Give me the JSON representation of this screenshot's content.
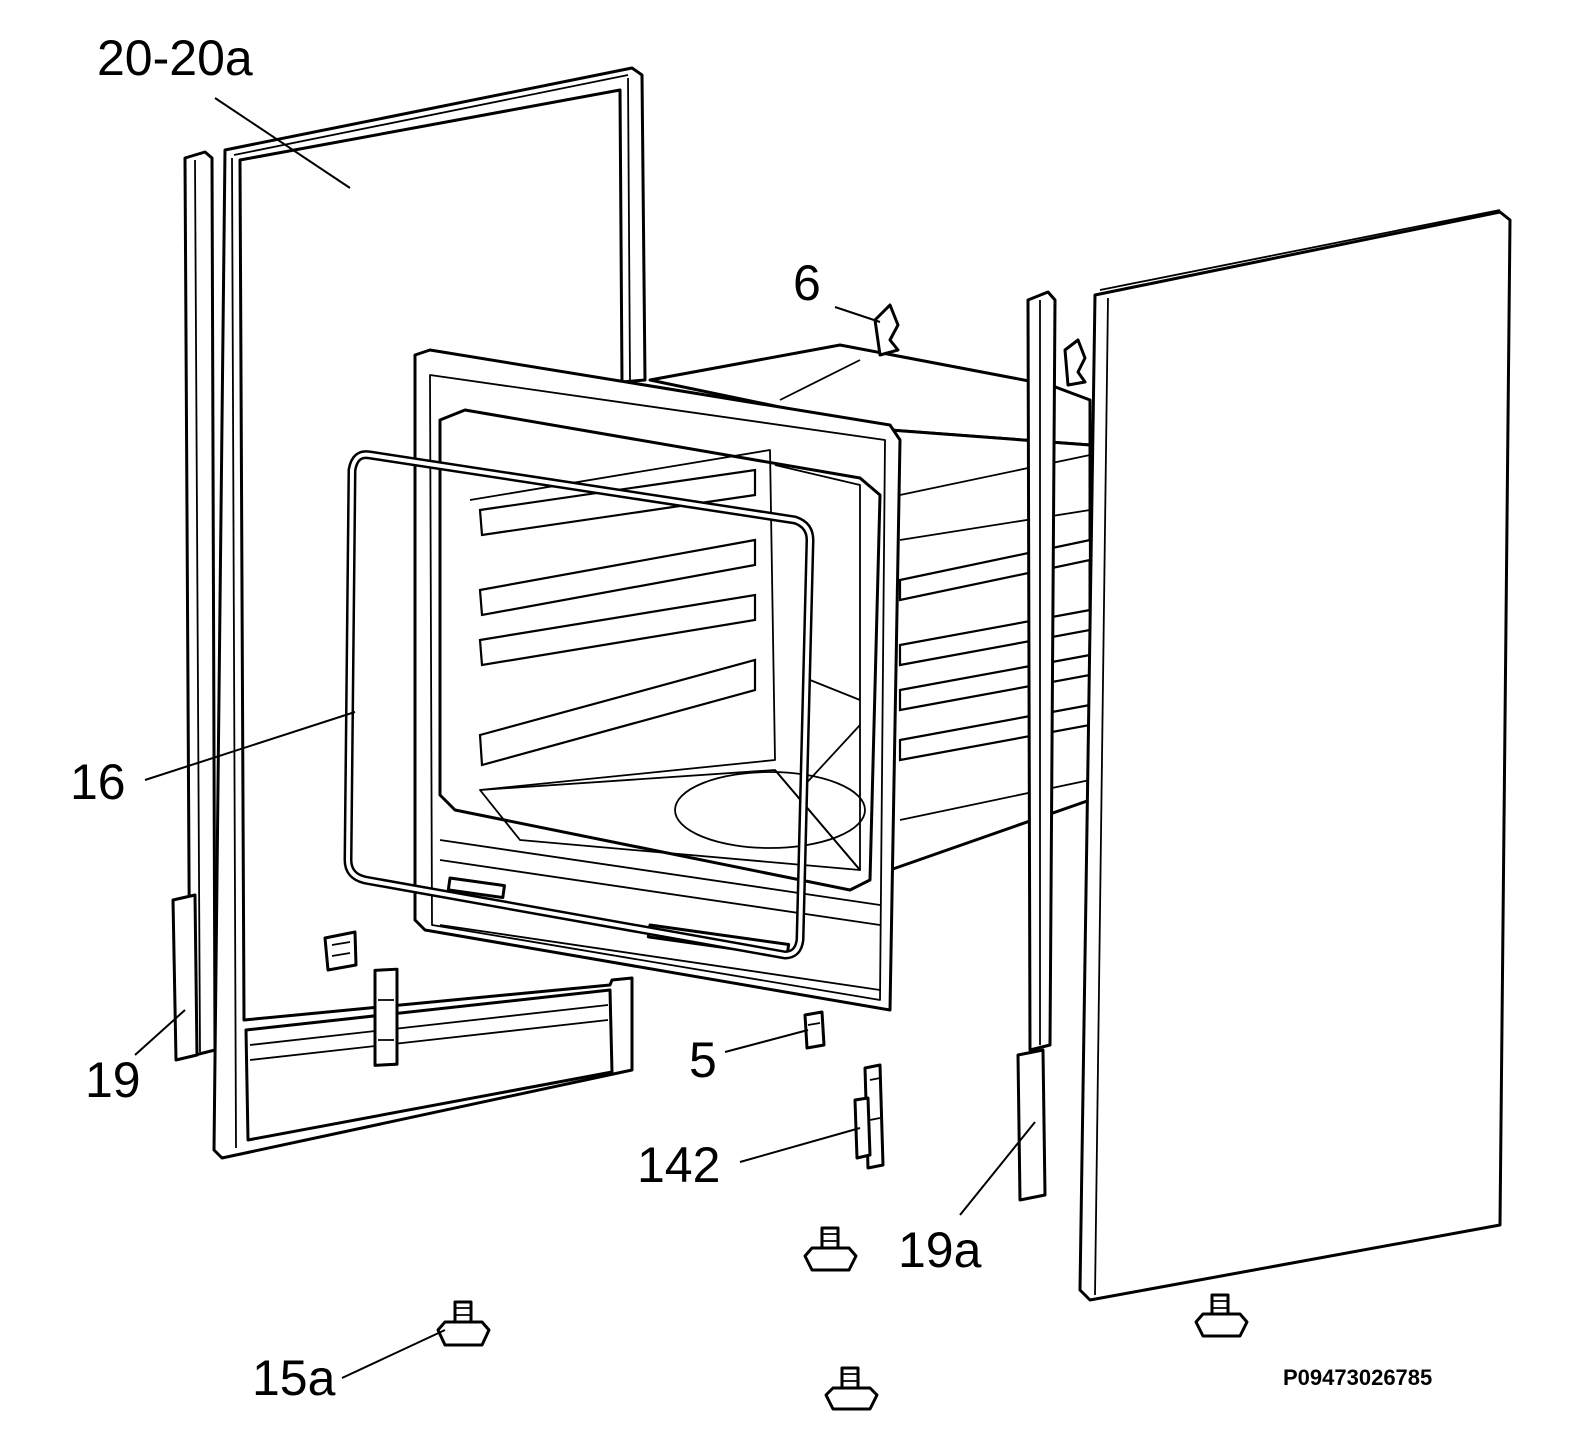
{
  "diagram": {
    "reference_code": "P09473026785",
    "callouts": [
      {
        "id": "20-20a",
        "label": "20-20a"
      },
      {
        "id": "6",
        "label": "6"
      },
      {
        "id": "16",
        "label": "16"
      },
      {
        "id": "19",
        "label": "19"
      },
      {
        "id": "5",
        "label": "5"
      },
      {
        "id": "142",
        "label": "142"
      },
      {
        "id": "19a",
        "label": "19a"
      },
      {
        "id": "15a",
        "label": "15a"
      }
    ]
  }
}
